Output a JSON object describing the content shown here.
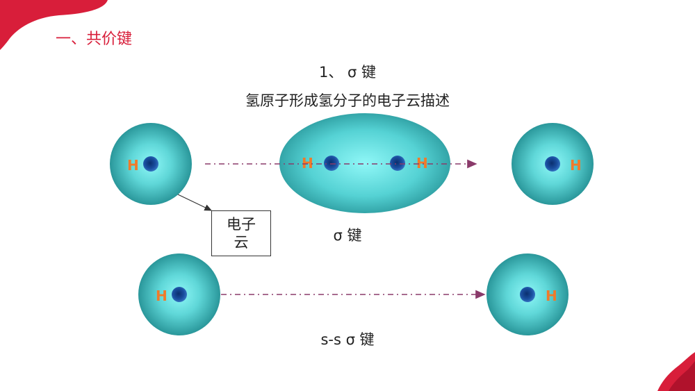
{
  "slide": {
    "section_title": "一、共价键",
    "subtitle": "1、 σ 键",
    "description": "氢原子形成氢分子的电子云描述",
    "sigma_label": "σ 键",
    "ss_label": "s-s σ 键",
    "cloud_box_label": "电子云",
    "atom_label": "H"
  },
  "colors": {
    "accent": "#d81e3a",
    "cloud_light": "#7ef2f2",
    "cloud_dark": "#1f8a8e",
    "nucleus": "#1a4fa0",
    "h_label": "#f07a2a",
    "arrow": "#8a3a6a"
  }
}
